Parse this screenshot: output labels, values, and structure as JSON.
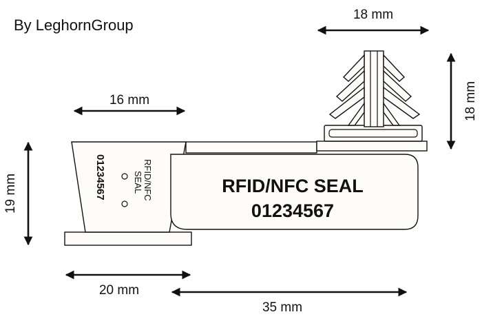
{
  "credit": "By LeghornGroup",
  "dimensions": {
    "top_width": "18 mm",
    "right_height": "18 mm",
    "head_width": "16 mm",
    "left_height": "19 mm",
    "base_width": "20 mm",
    "total_length": "35 mm"
  },
  "tag": {
    "line1": "RFID/NFC SEAL",
    "line2": "01234567"
  },
  "side_label": {
    "text_line1": "RFID/NFC",
    "text_line2": "SEAL",
    "number": "01234567"
  },
  "colors": {
    "line": "#111111",
    "fill": "#fdfcf8"
  }
}
